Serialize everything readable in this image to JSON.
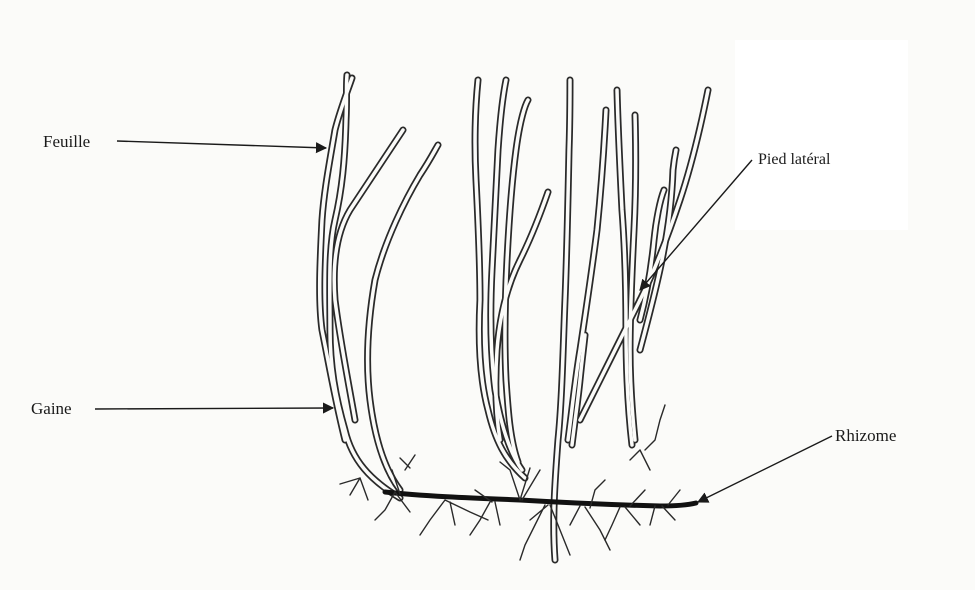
{
  "labels": {
    "feuille": "Feuille",
    "pied_lateral": "Pied latéral",
    "gaine": "Gaine",
    "rhizome": "Rhizome"
  },
  "colors": {
    "background": "#fbfbf9",
    "ink": "#1a1a1a"
  }
}
